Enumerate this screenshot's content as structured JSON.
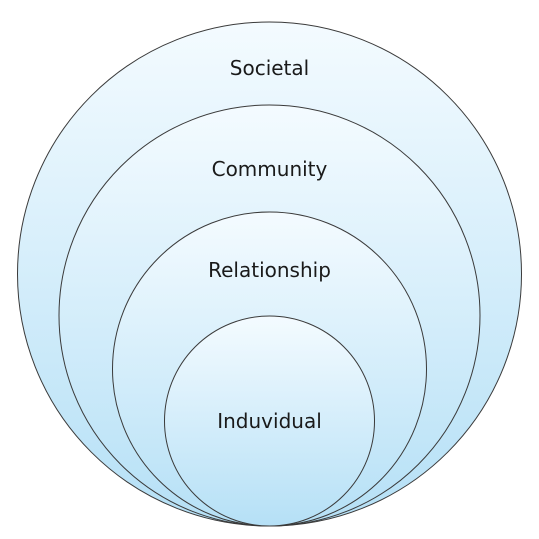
{
  "diagram": {
    "rings": [
      {
        "label": "Societal"
      },
      {
        "label": "Community"
      },
      {
        "label": "Relationship"
      },
      {
        "label": "Induvidual"
      }
    ],
    "colors": {
      "fill_top": "#f4fbff",
      "fill_bottom": "#b5e0f6",
      "stroke": "#3a3a3a",
      "text": "#1a1a1a"
    }
  }
}
